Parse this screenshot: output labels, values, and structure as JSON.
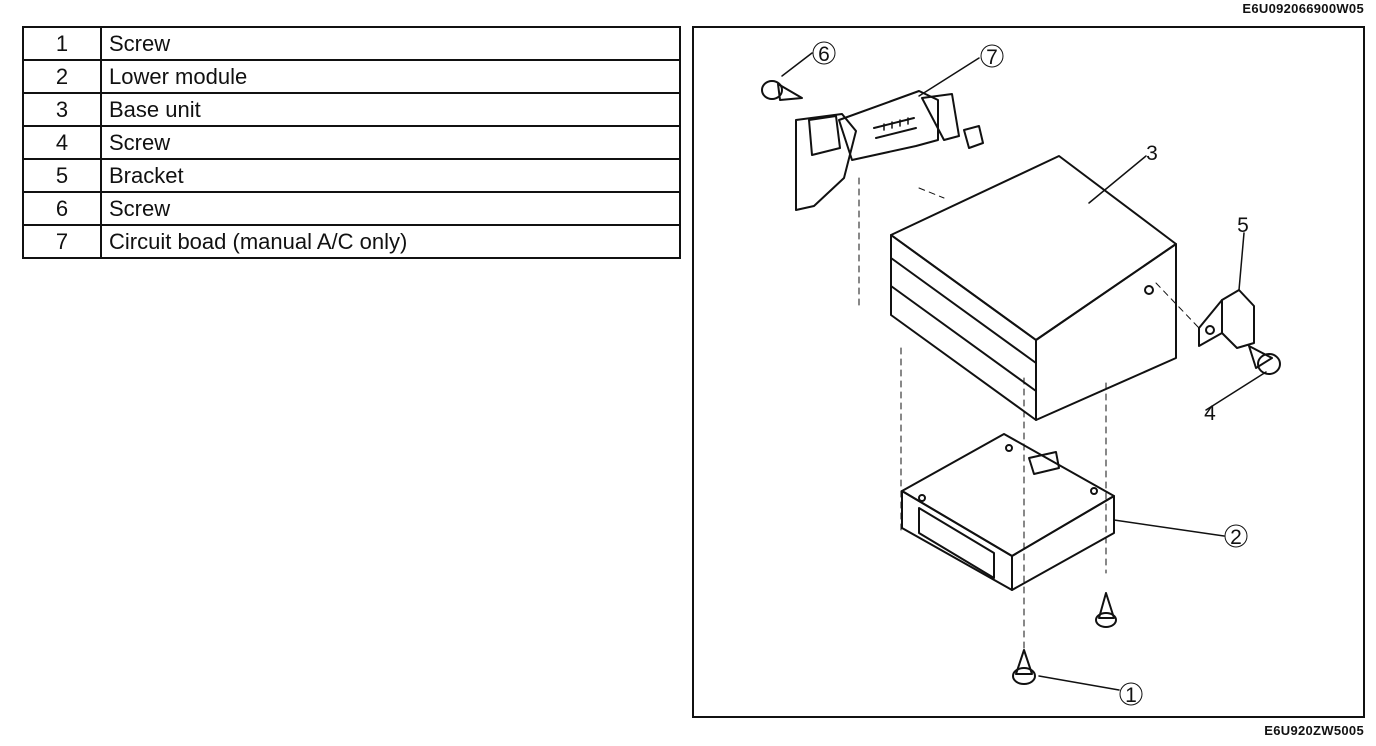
{
  "codes": {
    "top": "E6U092066900W05",
    "bottom": "E6U920ZW5005"
  },
  "parts": [
    {
      "number": "1",
      "name": "Screw"
    },
    {
      "number": "2",
      "name": "Lower module"
    },
    {
      "number": "3",
      "name": "Base unit"
    },
    {
      "number": "4",
      "name": "Screw"
    },
    {
      "number": "5",
      "name": "Bracket"
    },
    {
      "number": "6",
      "name": "Screw"
    },
    {
      "number": "7",
      "name": "Circuit boad (manual A/C only)"
    }
  ],
  "callouts": {
    "c1": "1",
    "c2": "2",
    "c3": "3",
    "c4": "4",
    "c5": "5",
    "c6": "6",
    "c7": "7"
  }
}
